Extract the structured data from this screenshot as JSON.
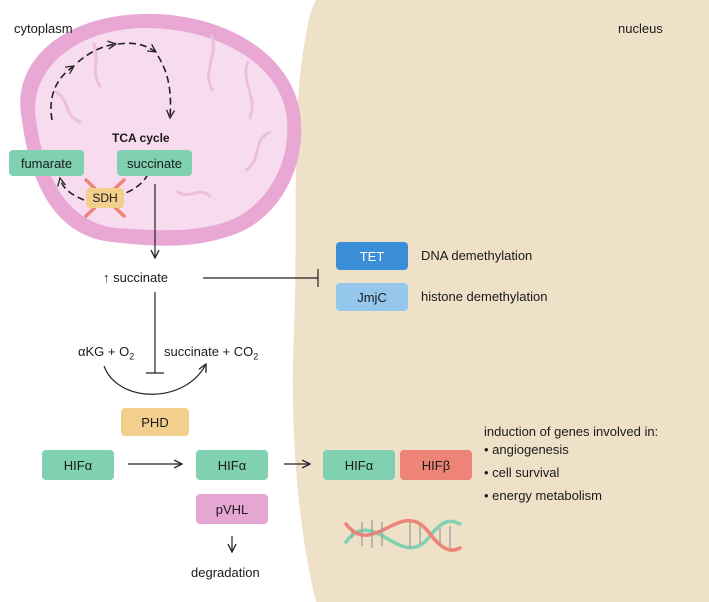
{
  "compartments": {
    "cytoplasm": "cytoplasm",
    "nucleus": "nucleus"
  },
  "mitochondrion": {
    "cycle_label": "TCA cycle",
    "fumarate": "fumarate",
    "succinate": "succinate",
    "sdh": "SDH"
  },
  "main": {
    "succinate_up": "↑ succinate",
    "akg": "αKG + O",
    "akg_sub": "2",
    "succ_co2": "succinate + CO",
    "succ_co2_sub": "2",
    "phd": "PHD",
    "hif_a1": "HIFα",
    "hif_a2": "HIFα",
    "pvhl": "pVHL",
    "degradation": "degradation",
    "hif_a3": "HIFα",
    "hif_b": "HIFβ"
  },
  "epigenetic": {
    "tet": "TET",
    "tet_effect": "DNA demethylation",
    "jmjc": "JmjC",
    "jmjc_effect": "histone demethylation"
  },
  "genes": {
    "heading": "induction of genes involved in:",
    "items": [
      "angiogenesis",
      "cell survival",
      "energy metabolism"
    ]
  },
  "colors": {
    "nucleus_bg": "#eee1c8",
    "mito_outer": "#e8a8d3",
    "mito_inner": "#f7dbee",
    "green_box": "#7fd1b2",
    "orange_box": "#f3cf8d",
    "pink_box": "#e6a6d4",
    "red_box": "#ee8478",
    "blue_box": "#3a8fd8",
    "light_blue_box": "#95c7ec"
  }
}
